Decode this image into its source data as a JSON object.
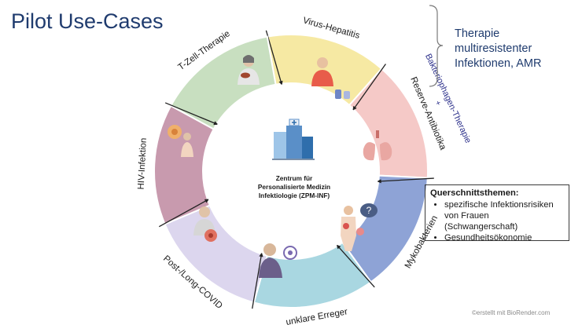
{
  "title": "Pilot Use-Cases",
  "center": {
    "lines": [
      "Zentrum für",
      "Personalisierte Medizin",
      "Infektiologie (ZPM-INF)"
    ]
  },
  "segments": [
    {
      "label": "Virus-Hepatitis",
      "color": "#f6e9a3"
    },
    {
      "label": "Reserve-Antibiotika",
      "color": "#f5c9c7"
    },
    {
      "label": "Mykobakterien",
      "color": "#8ea3d6"
    },
    {
      "label": "unklare Erreger",
      "color": "#a9d7e1"
    },
    {
      "label": "Post-/Long-COVID",
      "color": "#dcd6ee"
    },
    {
      "label": "HIV-Infektion",
      "color": "#c89aae"
    },
    {
      "label": "T-Zell-Therapie",
      "color": "#c8dfc0"
    }
  ],
  "phage_label": "Bakteriophagen-Therapie",
  "phage_plus": "+",
  "therapy_label": [
    "Therapie",
    "multiresistenter",
    "Infektionen, AMR"
  ],
  "themes": {
    "heading": "Querschnittsthemen:",
    "items": [
      "spezifische Infektionsrisiken von Frauen (Schwangerschaft)",
      "Gesundheitsökonomie"
    ]
  },
  "credit": "©erstellt mit BioRender.com"
}
